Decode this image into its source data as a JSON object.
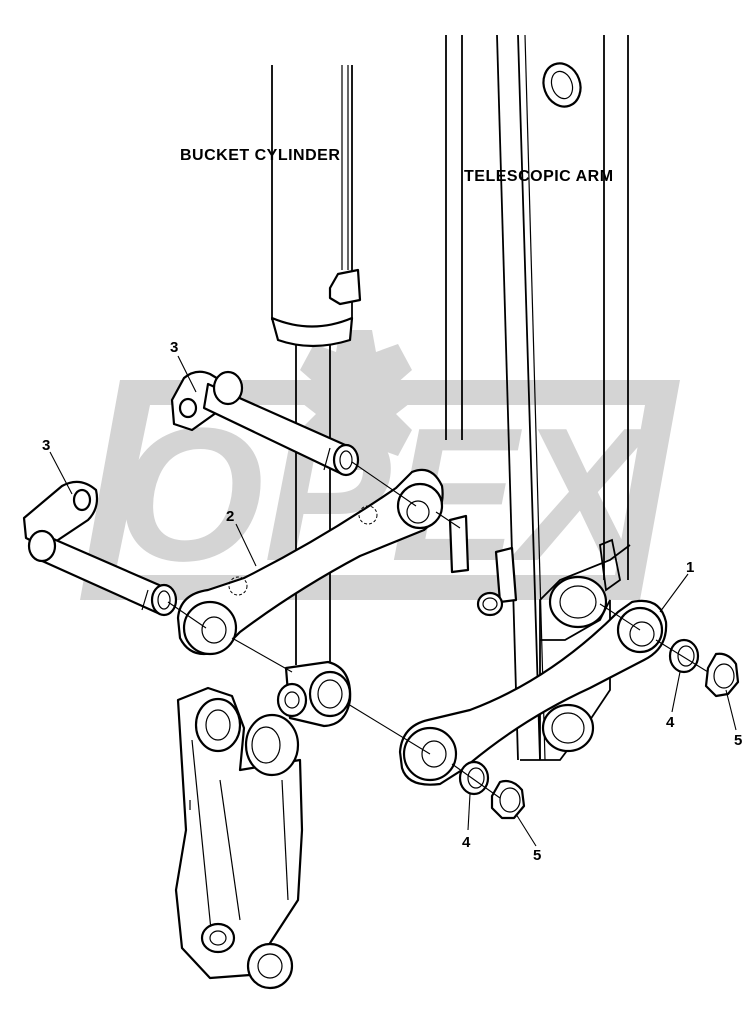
{
  "diagram": {
    "headings": {
      "bucket_cylinder": "BUCKET CYLINDER",
      "telescopic_arm": "TELESCOPIC ARM"
    },
    "callouts": [
      {
        "id": "c1",
        "text": "1",
        "part": "link"
      },
      {
        "id": "c2",
        "text": "2",
        "part": "link"
      },
      {
        "id": "c3a",
        "text": "3",
        "part": "pin"
      },
      {
        "id": "c3b",
        "text": "3",
        "part": "pin"
      },
      {
        "id": "c4a",
        "text": "4",
        "part": "washer"
      },
      {
        "id": "c4b",
        "text": "4",
        "part": "washer"
      },
      {
        "id": "c5a",
        "text": "5",
        "part": "nut"
      },
      {
        "id": "c5b",
        "text": "5",
        "part": "nut"
      }
    ],
    "watermark": "OPEX",
    "colors": {
      "line": "#000000",
      "background": "#ffffff",
      "watermark": "#d4d4d4"
    }
  }
}
